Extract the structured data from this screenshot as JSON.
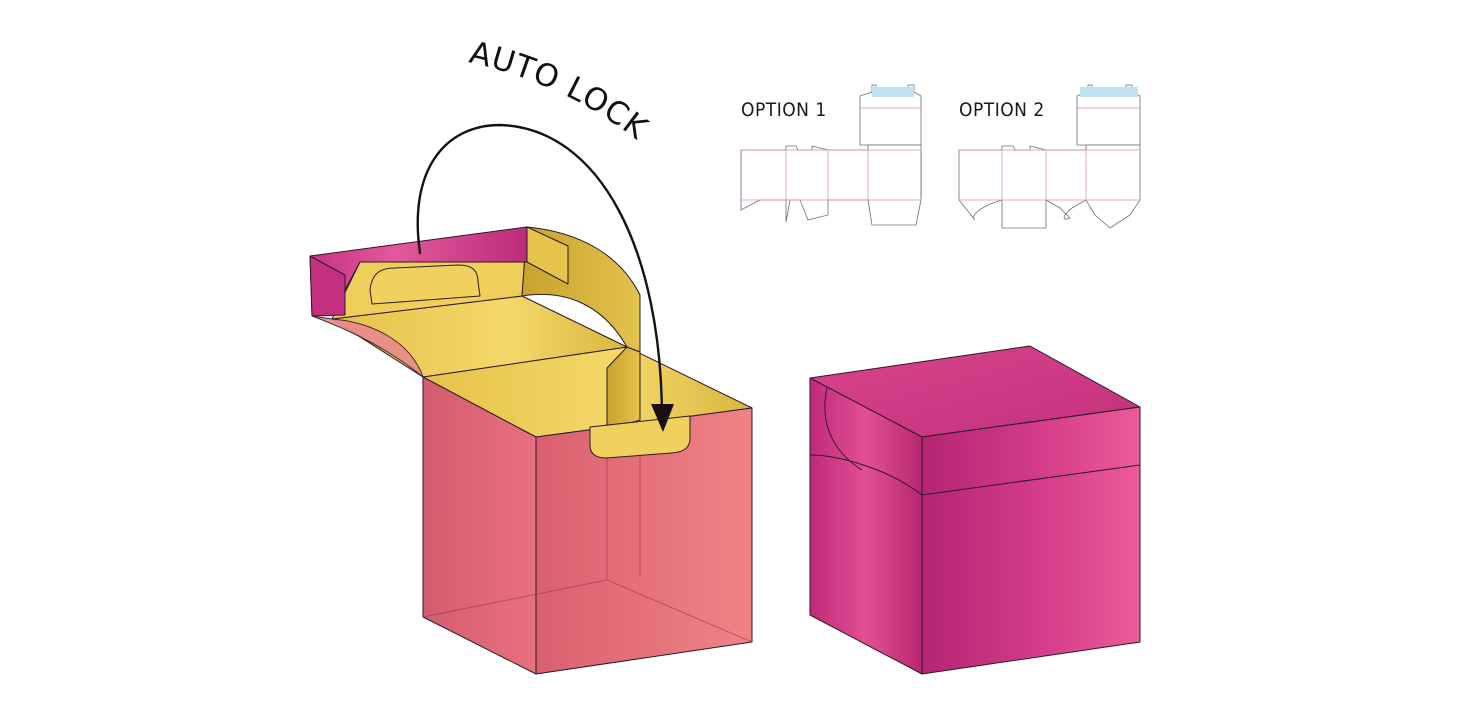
{
  "annotation": {
    "auto_lock_label": "AUTO LOCK"
  },
  "dielines": {
    "option_1_label": "OPTION 1",
    "option_2_label": "OPTION 2"
  },
  "colors": {
    "magenta": "#d13f86",
    "magenta_dark": "#b22870",
    "pink_translucent": "#e76c80",
    "yellow_light": "#f2d564",
    "yellow_dark": "#c9a72e",
    "arrow": "#1a0f14",
    "bleed_blue": "#bfe1f2",
    "fold_line": "#e08aa6"
  }
}
